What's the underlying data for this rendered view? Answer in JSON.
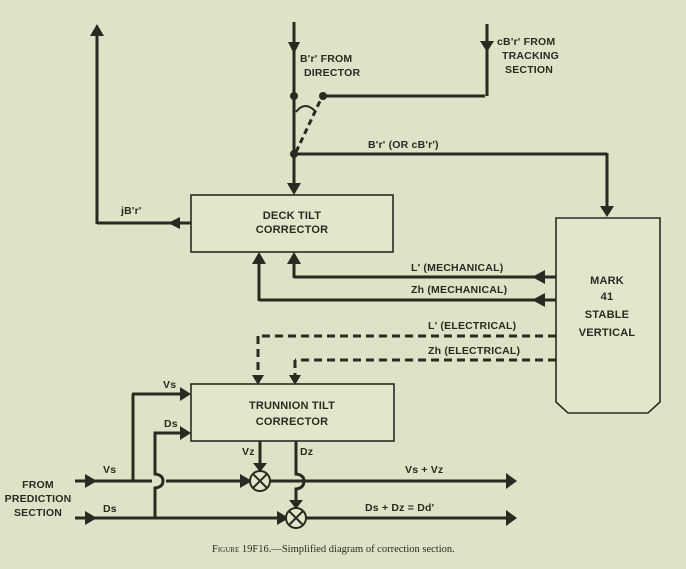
{
  "figure": {
    "caption_prefix": "Figure 19F16.",
    "caption_text": "—Simplified diagram of correction section."
  },
  "blocks": {
    "deck_tilt": {
      "line1": "DECK TILT",
      "line2": "CORRECTOR"
    },
    "trunnion_tilt": {
      "line1": "TRUNNION TILT",
      "line2": "CORRECTOR"
    },
    "stable_vertical": {
      "line1": "MARK",
      "line2": "41",
      "line3": "STABLE",
      "line4": "VERTICAL"
    }
  },
  "inputs": {
    "director": {
      "line1": "B'r'  FROM",
      "line2": "DIRECTOR"
    },
    "tracking": {
      "line1": "cB'r'  FROM",
      "line2": "TRACKING",
      "line3": "SECTION"
    },
    "prediction": {
      "line1": "FROM",
      "line2": "PREDICTION",
      "line3": "SECTION"
    }
  },
  "signals": {
    "selected_bearing": "B'r'  (OR  cB'r')",
    "deck_output": "jB'r'",
    "level_mech": "L'  (MECHANICAL)",
    "zh_mech": "Zh  (MECHANICAL)",
    "level_elec": "L'  (ELECTRICAL)",
    "zh_elec": "Zh  (ELECTRICAL)",
    "vs_in": "Vs",
    "ds_in": "Ds",
    "vs_branch": "Vs",
    "ds_branch": "Ds",
    "vz": "Vz",
    "dz": "Dz",
    "v_out": "Vs + Vz",
    "d_out": "Ds + Dz = Dd'"
  }
}
